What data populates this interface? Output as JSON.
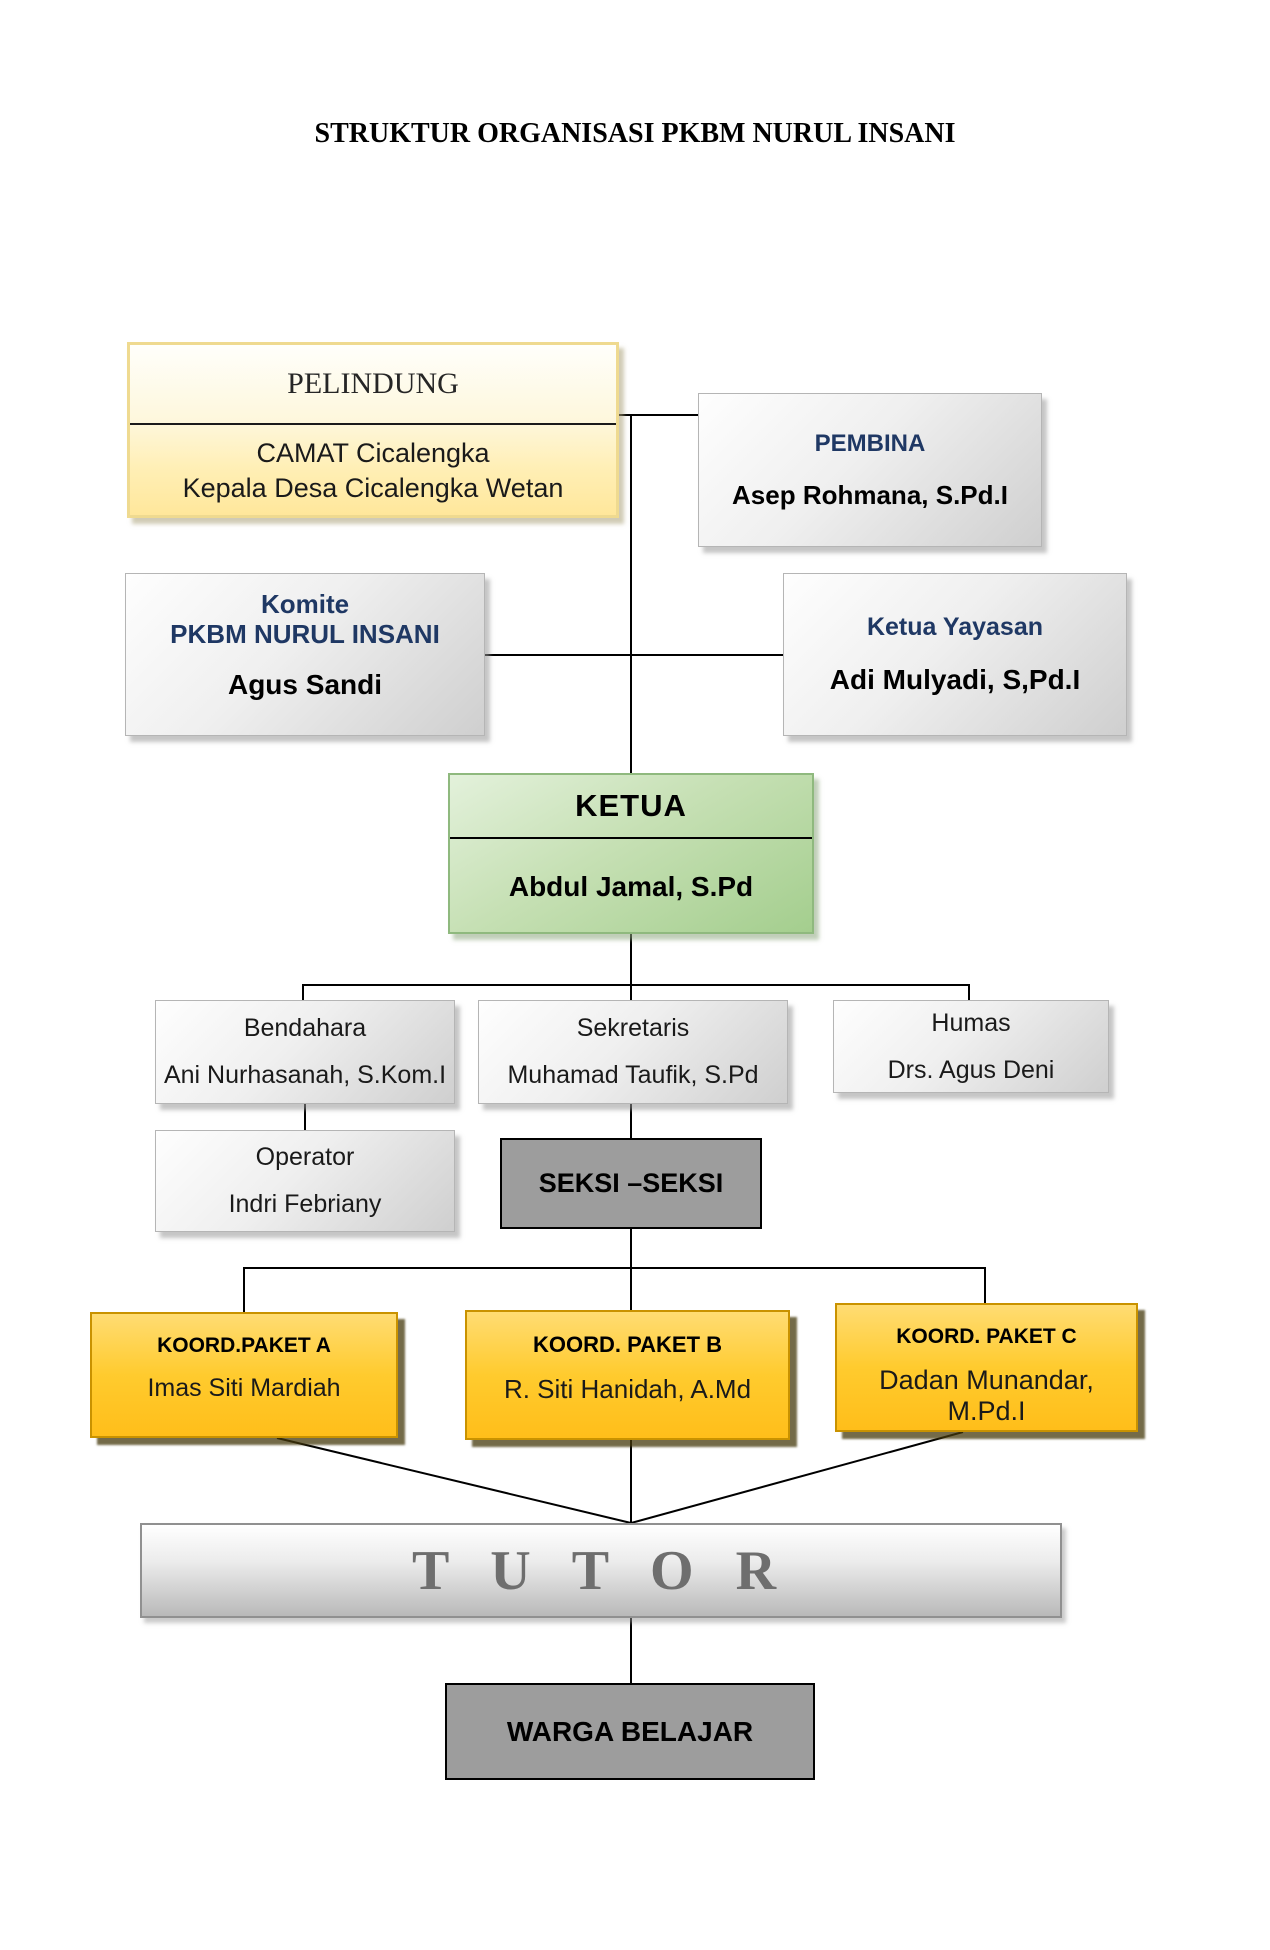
{
  "page": {
    "title": "STRUKTUR ORGANISASI PKBM NURUL INSANI"
  },
  "colors": {
    "accent_navy": "#1F3864",
    "gold_box": "#FFC72C",
    "gold_border": "#C99200",
    "green_box": "#C6E0B4",
    "green_border": "#8FB97E",
    "cream_box": "#FFEFB6",
    "gray_box": "#9D9D9D",
    "line_black": "#000000",
    "tutor_text_gray": "#6E6E6E"
  },
  "nodes": {
    "pelindung": {
      "title": "PELINDUNG",
      "name_line1": "CAMAT Cicalengka",
      "name_line2": "Kepala Desa Cicalengka Wetan"
    },
    "pembina": {
      "title": "PEMBINA",
      "name": "Asep Rohmana, S.Pd.I"
    },
    "komite": {
      "title_line1": "Komite",
      "title_line2": "PKBM NURUL INSANI",
      "name": "Agus Sandi"
    },
    "ketua_yayasan": {
      "title": "Ketua Yayasan",
      "name": "Adi Mulyadi, S,Pd.I"
    },
    "ketua": {
      "title": "KETUA",
      "name": "Abdul Jamal, S.Pd"
    },
    "bendahara": {
      "title": "Bendahara",
      "name": "Ani Nurhasanah, S.Kom.I"
    },
    "sekretaris": {
      "title": "Sekretaris",
      "name": "Muhamad Taufik, S.Pd"
    },
    "humas": {
      "title": "Humas",
      "name": "Drs. Agus Deni"
    },
    "operator": {
      "title": "Operator",
      "name": "Indri Febriany"
    },
    "seksi": {
      "title": "SEKSI –SEKSI"
    },
    "koord_paket_a": {
      "title": "KOORD.PAKET A",
      "name": "Imas Siti Mardiah"
    },
    "koord_paket_b": {
      "title": "KOORD. PAKET B",
      "name": "R. Siti Hanidah, A.Md"
    },
    "koord_paket_c": {
      "title": "KOORD. PAKET C",
      "name": "Dadan Munandar, M.Pd.I"
    },
    "tutor": {
      "title": "T U T O R"
    },
    "warga_belajar": {
      "title": "WARGA BELAJAR"
    }
  }
}
